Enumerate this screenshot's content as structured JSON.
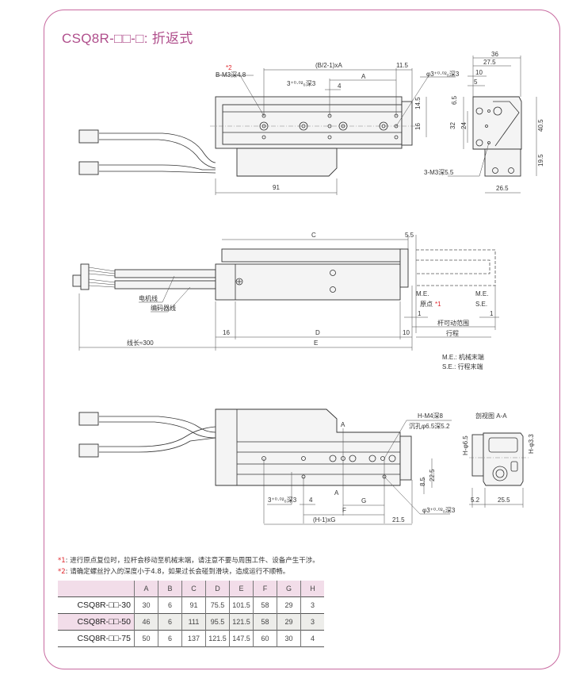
{
  "title": "CSQ8R-□□-□: 折返式",
  "colors": {
    "accent": "#b04f8c",
    "note_mark": "#e0282e",
    "header_bg": "#f2dde9"
  },
  "view_top": {
    "note_ref": "*2",
    "tap_holes": "B-M3深4.8",
    "pitch_label": "(B/2-1)xA",
    "dim_11_5": "11.5",
    "dim_a": "A",
    "pin_hole_left": "3⁺⁰·⁰²₀深3",
    "dim_4": "4",
    "pin_hole_right": "φ3⁺⁰·⁰²₀深3",
    "dim_14_5": "14.5",
    "dim_16": "16",
    "dim_91": "91",
    "side_36": "36",
    "side_27_5": "27.5",
    "side_10": "10",
    "side_5": "5",
    "side_6_5": "6.5",
    "side_32": "32",
    "side_24": "24",
    "side_40_5": "40.5",
    "side_19_5": "19.5",
    "side_26_5": "26.5",
    "side_tap": "3-M3深5.5"
  },
  "view_mid": {
    "dim_c": "C",
    "dim_5_5": "5.5",
    "motor_cable": "电机线",
    "encoder_cable": "编码器线",
    "me_left": "M.E.",
    "origin": "原点",
    "origin_mark": "*1",
    "me_right": "M.E.",
    "se": "S.E.",
    "one_left": "1",
    "one_right": "1",
    "rod_range": "杆可动范围",
    "stroke": "行程",
    "dim_16": "16",
    "dim_d": "D",
    "dim_10": "10",
    "dim_e": "E",
    "cable_len": "线长≈300",
    "legend_me": "M.E.: 机械末端",
    "legend_se": "S.E.: 行程末端"
  },
  "view_bot": {
    "tap": "H-M4深8",
    "counterbore": "沉孔φ6.5深5.2",
    "section_a_top": "A",
    "section_a_bot": "A",
    "pin_left": "3⁺⁰·⁰²₀深3",
    "dim_4": "4",
    "dim_f": "F",
    "dim_g": "G",
    "pitch": "(H-1)xG",
    "dim_21_5": "21.5",
    "dim_8_5": "8.5",
    "dim_22_5": "22.5",
    "pin_right": "φ3⁺⁰·⁰²₀深3",
    "section_title": "剖视图 A-A",
    "sec_6_5": "H-φ6.5",
    "sec_3_3": "H-φ3.3",
    "sec_5_2": "5.2",
    "sec_25_5": "25.5"
  },
  "notes": [
    {
      "mark": "*1",
      "text": ": 进行原点复位时，拉杆会移动至机械末端，请注意不要与周围工件、设备产生干涉。"
    },
    {
      "mark": "*2",
      "text": ": 请确定螺丝拧入的深度小于4.8，如果过长会碰到滑块，造成运行不顺畅。"
    }
  ],
  "table": {
    "headers": [
      "",
      "A",
      "B",
      "C",
      "D",
      "E",
      "F",
      "G",
      "H"
    ],
    "rows": [
      [
        "CSQ8R-□□-30",
        "30",
        "6",
        "91",
        "75.5",
        "101.5",
        "58",
        "29",
        "3"
      ],
      [
        "CSQ8R-□□-50",
        "46",
        "6",
        "111",
        "95.5",
        "121.5",
        "58",
        "29",
        "3"
      ],
      [
        "CSQ8R-□□-75",
        "50",
        "6",
        "137",
        "121.5",
        "147.5",
        "60",
        "30",
        "4"
      ]
    ]
  }
}
